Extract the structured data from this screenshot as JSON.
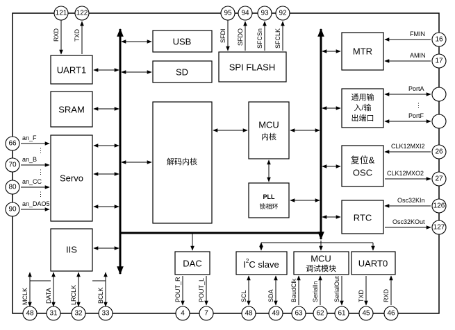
{
  "blocks": {
    "uart1": "UART1",
    "sram": "SRAM",
    "servo": "Servo",
    "iis": "IIS",
    "usb": "USB",
    "sd": "SD",
    "spi_flash": "SPI FLASH",
    "decoder": "解码内核",
    "mcu_core_line1": "MCU",
    "mcu_core_line2": "内核",
    "pll_line1": "PLL",
    "pll_line2": "锁相环",
    "dac": "DAC",
    "i2c_prefix": "I",
    "i2c_sup": "2",
    "i2c_suffix": "C slave",
    "mcu_debug_line1": "MCU",
    "mcu_debug_line2": "调试模块",
    "uart0": "UART0",
    "mtr": "MTR",
    "gpio_line1": "通用输",
    "gpio_line2": "入/输",
    "gpio_line3": "出端口",
    "reset_osc_line1": "复位&",
    "reset_osc_line2": "OSC",
    "rtc": "RTC"
  },
  "pins": {
    "p121": "121",
    "p122": "122",
    "p95": "95",
    "p94": "94",
    "p93": "93",
    "p92": "92",
    "p16": "16",
    "p17": "17",
    "p26": "26",
    "p27": "27",
    "p126": "126",
    "p127": "127",
    "p66": "66",
    "p70": "70",
    "p80": "80",
    "p90": "90",
    "b48a": "48",
    "b31": "31",
    "b32": "32",
    "b33": "33",
    "b4": "4",
    "b7": "7",
    "b48b": "48",
    "b49": "49",
    "b63": "63",
    "b62": "62",
    "b61": "61",
    "b45": "45",
    "b46": "46"
  },
  "signals": {
    "rxd_top": "RXD",
    "txd_top": "TXD",
    "sfdi": "SFDI",
    "sfdo": "SFDO",
    "sfcsn": "SFCSn",
    "sfclk": "SFCLK",
    "fmin": "FMIN",
    "amin": "AMIN",
    "porta": "PortA",
    "portf": "PortF",
    "clk_in": "CLK12MXI2",
    "clk_out": "CLK12MXO2",
    "osc_in": "Osc32KIn",
    "osc_out": "Osc32KOut",
    "an_f": "an_F",
    "an_b": "an_B",
    "an_cc": "an_CC",
    "an_dao5": "an_DAO5",
    "mclk": "MCLK",
    "data": "DATA",
    "lrclk": "LRCLK",
    "bclk": "BCLK",
    "pout_r": "POUT_R",
    "pout_l": "POUT_L",
    "scl": "SCL",
    "sda": "SDA",
    "baudclk": "BaudClk",
    "serialin": "SerialIn",
    "serialout": "SerialOut",
    "txd_bot": "TXD",
    "rxd_bot": "RXD",
    "ellipsis_h": "……",
    "ellipsis_v": "⋮"
  }
}
